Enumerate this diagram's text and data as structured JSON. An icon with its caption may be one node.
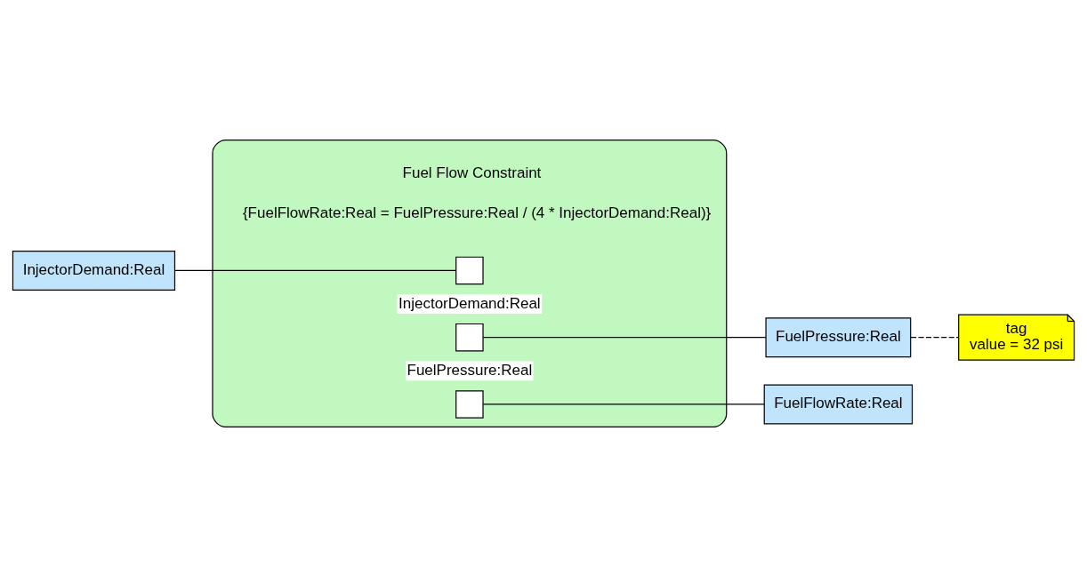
{
  "diagram": {
    "nodes": [
      {
        "text": [
          "Fuel Flow Constraint",
          "{FuelFlowRate:Real = FuelPressure:Real / (4 * InjectorDemand:Real)}"
        ]
      },
      {
        "text": [],
        "shape": "box",
        "in": 0,
        "beside": [
          "InjectorDemand:Real"
        ]
      },
      {
        "text": [],
        "shape": "box",
        "in": 0,
        "beside": [
          "FuelPressure:Real"
        ]
      },
      {
        "text": [],
        "shape": "box",
        "in": 0
      },
      {
        "text": [
          "InjectorDemand:Real"
        ]
      },
      {
        "text": [
          "FuelPressure:Real"
        ]
      },
      {
        "text": [
          "FuelFlowRate:Real"
        ]
      },
      {
        "text": [
          "tag",
          "value = 32 psi"
        ]
      }
    ],
    "edges": [
      {
        "from": 4,
        "to": 1,
        "arrow": "none"
      },
      {
        "from": 2,
        "to": 5,
        "arrow": "none"
      },
      {
        "from": 3,
        "to": 6,
        "arrow": "none"
      },
      {
        "from": 5,
        "to": 7,
        "arrow": "none",
        "style": "dashed"
      }
    ]
  }
}
